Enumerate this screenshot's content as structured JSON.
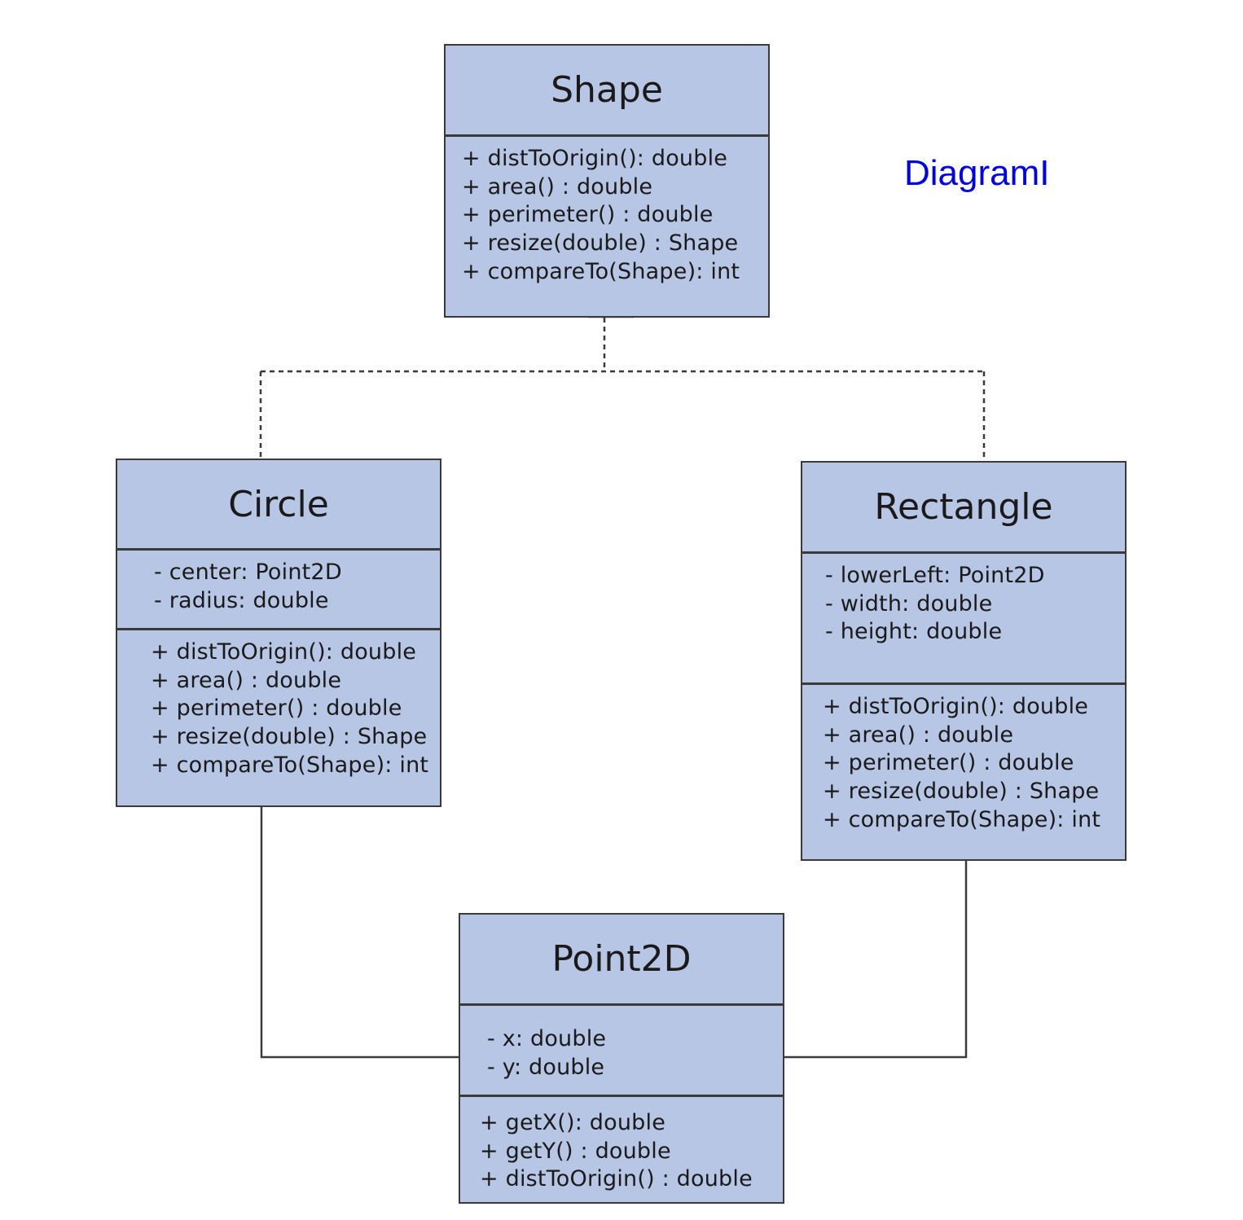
{
  "diagram_label": "DiagramI",
  "colors": {
    "class_fill": "#b7c6e4",
    "border": "#3a3a3a",
    "label": "#0000ee"
  },
  "classes": {
    "shape": {
      "name": "Shape",
      "attributes": [],
      "methods": [
        "+ distToOrigin(): double",
        "+ area() : double",
        "+ perimeter() : double",
        "+ resize(double) : Shape",
        "+ compareTo(Shape): int"
      ]
    },
    "circle": {
      "name": "Circle",
      "attributes": [
        "- center: Point2D",
        "- radius: double"
      ],
      "methods": [
        "+ distToOrigin(): double",
        "+ area() : double",
        "+ perimeter() : double",
        "+ resize(double) : Shape",
        "+ compareTo(Shape): int"
      ]
    },
    "rectangle": {
      "name": "Rectangle",
      "attributes": [
        "- lowerLeft: Point2D",
        "- width: double",
        "- height: double"
      ],
      "methods": [
        "+ distToOrigin(): double",
        "+ area() : double",
        "+ perimeter() : double",
        "+ resize(double) : Shape",
        "+ compareTo(Shape): int"
      ]
    },
    "point2d": {
      "name": "Point2D",
      "attributes": [
        "- x: double",
        "- y: double"
      ],
      "methods": [
        "+ getX(): double",
        "+ getY() : double",
        "+ distToOrigin() : double"
      ]
    }
  },
  "relationships": [
    {
      "from": "Circle",
      "to": "Shape",
      "kind": "realization",
      "style": "dashed"
    },
    {
      "from": "Rectangle",
      "to": "Shape",
      "kind": "realization",
      "style": "dashed"
    },
    {
      "from": "Circle",
      "to": "Point2D",
      "kind": "association",
      "style": "solid"
    },
    {
      "from": "Rectangle",
      "to": "Point2D",
      "kind": "association",
      "style": "solid"
    }
  ]
}
